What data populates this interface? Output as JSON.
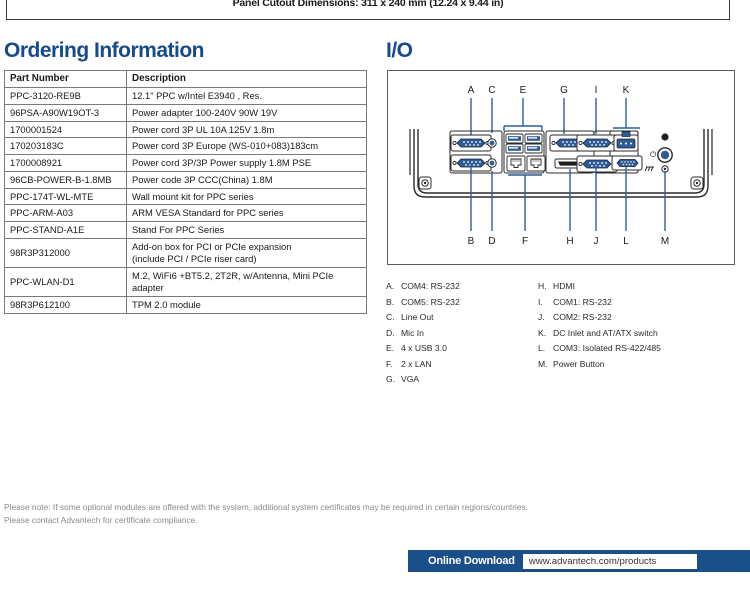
{
  "top_box": {
    "caption": "Panel Cutout Dimensions: 311 x 240 mm (12.24 x 9.44 in)"
  },
  "ordering": {
    "heading": "Ordering Information",
    "columns": [
      "Part Number",
      "Description"
    ],
    "rows": [
      {
        "part_number": "PPC-3120-RE9B",
        "description": "12.1\" PPC w/Intel  E3940 , Res."
      },
      {
        "part_number": "96PSA-A90W19OT-3",
        "description": "Power adapter 100-240V 90W 19V"
      },
      {
        "part_number": "1700001524",
        "description": "Power cord 3P UL 10A 125V 1.8m"
      },
      {
        "part_number": "170203183C",
        "description": "Power cord 3P Europe (WS-010+083)183cm"
      },
      {
        "part_number": "1700008921",
        "description": "Power cord 3P/3P Power supply 1.8M PSE"
      },
      {
        "part_number": "96CB-POWER-B-1.8MB",
        "description": "Power code 3P CCC(China) 1.8M"
      },
      {
        "part_number": "PPC-174T-WL-MTE",
        "description": "Wall mount kit for PPC series"
      },
      {
        "part_number": "PPC-ARM-A03",
        "description": "ARM VESA Standard for PPC series"
      },
      {
        "part_number": "PPC-STAND-A1E",
        "description": "Stand For PPC Series"
      },
      {
        "part_number": "98R3P312000",
        "description_lines": [
          "Add-on box for PCI or PCIe expansion",
          "(include PCI / PCIe riser card)"
        ]
      },
      {
        "part_number": "PPC-WLAN-D1",
        "description_lines": [
          "M.2, WiFi6 +BT5.2, 2T2R, w/Antenna, Mini PCIe",
          "adapter"
        ]
      },
      {
        "part_number": "98R3P612100",
        "description": "TPM 2.0 module"
      }
    ]
  },
  "io": {
    "heading": "I/O",
    "top_callouts": [
      "A",
      "C",
      "E",
      "G",
      "I",
      "K"
    ],
    "bottom_callouts": [
      "B",
      "D",
      "F",
      "H",
      "J",
      "L",
      "M"
    ],
    "legend_left": [
      {
        "key": "A.",
        "text": "COM4: RS-232"
      },
      {
        "key": "B.",
        "text": "COM5: RS-232"
      },
      {
        "key": "C.",
        "text": "Line Out"
      },
      {
        "key": "D.",
        "text": "Mic In"
      },
      {
        "key": "E.",
        "text": "4 x USB 3.0"
      },
      {
        "key": "F.",
        "text": "2 x LAN"
      },
      {
        "key": "G.",
        "text": "VGA"
      }
    ],
    "legend_right": [
      {
        "key": "H.",
        "text": "HDMI"
      },
      {
        "key": "I.",
        "text": "COM1: RS-232"
      },
      {
        "key": "J.",
        "text": "COM2: RS-232"
      },
      {
        "key": "K.",
        "text": "DC Inlet and AT/ATX switch"
      },
      {
        "key": "L.",
        "text": "COM3: Isolated RS-422/485"
      },
      {
        "key": "M.",
        "text": "Power Button"
      }
    ]
  },
  "note": {
    "line1": "Please note: If some optional modules are offered with the system, additional system certificates may be required in certain regions/countries.",
    "line2": "Please contact Advantech for certificate compliance."
  },
  "download": {
    "label": "Online Download",
    "url": "www.advantech.com/products"
  },
  "colors": {
    "brand_blue": "#174a8b",
    "bar_blue": "#1b4f8a",
    "connector_blue": "#2f5c94",
    "callout_blue": "#2b5f9e",
    "table_border": "#7a7a7a",
    "note_gray": "#8a8a8a"
  }
}
